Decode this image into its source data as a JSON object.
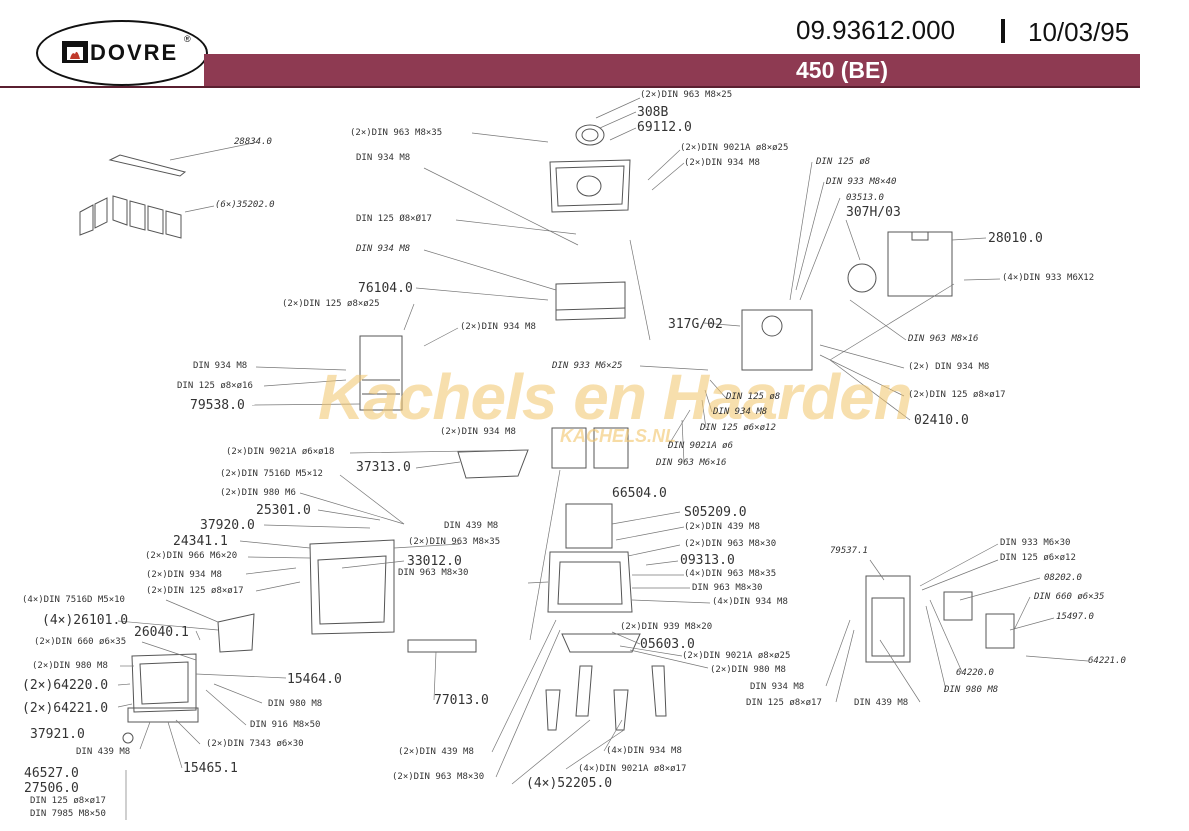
{
  "header": {
    "brand": "DOVRE",
    "registered": "®",
    "doc_number": "09.93612.000",
    "doc_date": "10/03/95",
    "model": "450 (BE)"
  },
  "watermark": {
    "text": "Kachels en Haarden",
    "url": "KACHELS.NL"
  },
  "labels": [
    {
      "t": "(2×)DIN 963 M8×25"
    },
    {
      "t": "308B"
    },
    {
      "t": "69112.0"
    },
    {
      "t": "(2×)DIN 963 M8×35"
    },
    {
      "t": "(2×)DIN 9021A ø8×ø25"
    },
    {
      "t": "(2×)DIN 934 M8"
    },
    {
      "t": "DIN 934 M8"
    },
    {
      "t": "28834.0"
    },
    {
      "t": "(6×)35202.0"
    },
    {
      "t": "DIN 125 ø8"
    },
    {
      "t": "DIN 933 M8×40"
    },
    {
      "t": "03513.0"
    },
    {
      "t": "307H/03"
    },
    {
      "t": "28010.0"
    },
    {
      "t": "DIN 125 Ø8×Ø17"
    },
    {
      "t": "DIN 934 M8"
    },
    {
      "t": "(4×)DIN 933 M6X12"
    },
    {
      "t": "76104.0"
    },
    {
      "t": "(2×)DIN 125 ø8×ø25"
    },
    {
      "t": "(2×)DIN 934 M8"
    },
    {
      "t": "317G/02"
    },
    {
      "t": "DIN 963 M8×16"
    },
    {
      "t": "DIN 934 M8"
    },
    {
      "t": "DIN 933 M6×25"
    },
    {
      "t": "(2×) DIN 934 M8"
    },
    {
      "t": "DIN 125 ø8×ø16"
    },
    {
      "t": "(2×)DIN 125 ø8×ø17"
    },
    {
      "t": "79538.0"
    },
    {
      "t": "DIN 125 ø8"
    },
    {
      "t": "DIN 934 M8"
    },
    {
      "t": "DIN 125 ø6×ø12"
    },
    {
      "t": "02410.0"
    },
    {
      "t": "(2×)DIN 934 M8"
    },
    {
      "t": "(2×)DIN 9021A ø6×ø18"
    },
    {
      "t": "DIN 9021A ø6"
    },
    {
      "t": "DIN 963 M6×16"
    },
    {
      "t": "(2×)DIN 7516D M5×12"
    },
    {
      "t": "37313.0"
    },
    {
      "t": "66504.0"
    },
    {
      "t": "(2×)DIN 980 M6"
    },
    {
      "t": "25301.0"
    },
    {
      "t": "S05209.0"
    },
    {
      "t": "37920.0"
    },
    {
      "t": "DIN 439 M8"
    },
    {
      "t": "(2×)DIN 439 M8"
    },
    {
      "t": "24341.1"
    },
    {
      "t": "(2×)DIN 963 M8×35"
    },
    {
      "t": "(2×)DIN 963 M8×30"
    },
    {
      "t": "(2×)DIN 966 M6×20"
    },
    {
      "t": "33012.0"
    },
    {
      "t": "09313.0"
    },
    {
      "t": "79537.1"
    },
    {
      "t": "DIN 933 M6×30"
    },
    {
      "t": "DIN 125 ø6×ø12"
    },
    {
      "t": "(2×)DIN 934 M8"
    },
    {
      "t": "DIN 963 M8×30"
    },
    {
      "t": "(4×)DIN 963 M8×35"
    },
    {
      "t": "08202.0"
    },
    {
      "t": "(2×)DIN 125 ø8×ø17"
    },
    {
      "t": "DIN 963 M8×30"
    },
    {
      "t": "(4×)DIN 934 M8"
    },
    {
      "t": "DIN 660 ø6×35"
    },
    {
      "t": "(4×)DIN 7516D M5×10"
    },
    {
      "t": "15497.0"
    },
    {
      "t": "(4×)26101.0"
    },
    {
      "t": "(2×)DIN 939 M8×20"
    },
    {
      "t": "26040.1"
    },
    {
      "t": "(2×)DIN 660 ø6×35"
    },
    {
      "t": "05603.0"
    },
    {
      "t": "(2×)DIN 9021A ø8×ø25"
    },
    {
      "t": "64221.0"
    },
    {
      "t": "(2×)DIN 980 M8"
    },
    {
      "t": "(2×)DIN 980 M8"
    },
    {
      "t": "64220.0"
    },
    {
      "t": "(2×)64220.0"
    },
    {
      "t": "15464.0"
    },
    {
      "t": "DIN 934 M8"
    },
    {
      "t": "DIN 980 M8"
    },
    {
      "t": "DIN 980 M8"
    },
    {
      "t": "(2×)64221.0"
    },
    {
      "t": "77013.0"
    },
    {
      "t": "DIN 125 ø8×ø17"
    },
    {
      "t": "DIN 439 M8"
    },
    {
      "t": "DIN 916 M8×50"
    },
    {
      "t": "37921.0"
    },
    {
      "t": "(2×)DIN 7343 ø6×30"
    },
    {
      "t": "DIN 439 M8"
    },
    {
      "t": "(4×)DIN 934 M8"
    },
    {
      "t": "(2×)DIN 439 M8"
    },
    {
      "t": "15465.1"
    },
    {
      "t": "(4×)DIN 9021A ø8×ø17"
    },
    {
      "t": "46527.0"
    },
    {
      "t": "(2×)DIN 963 M8×30"
    },
    {
      "t": "(4×)52205.0"
    },
    {
      "t": "27506.0"
    },
    {
      "t": "DIN 125 ø8×ø17"
    },
    {
      "t": "DIN 7985 M8×50"
    }
  ]
}
